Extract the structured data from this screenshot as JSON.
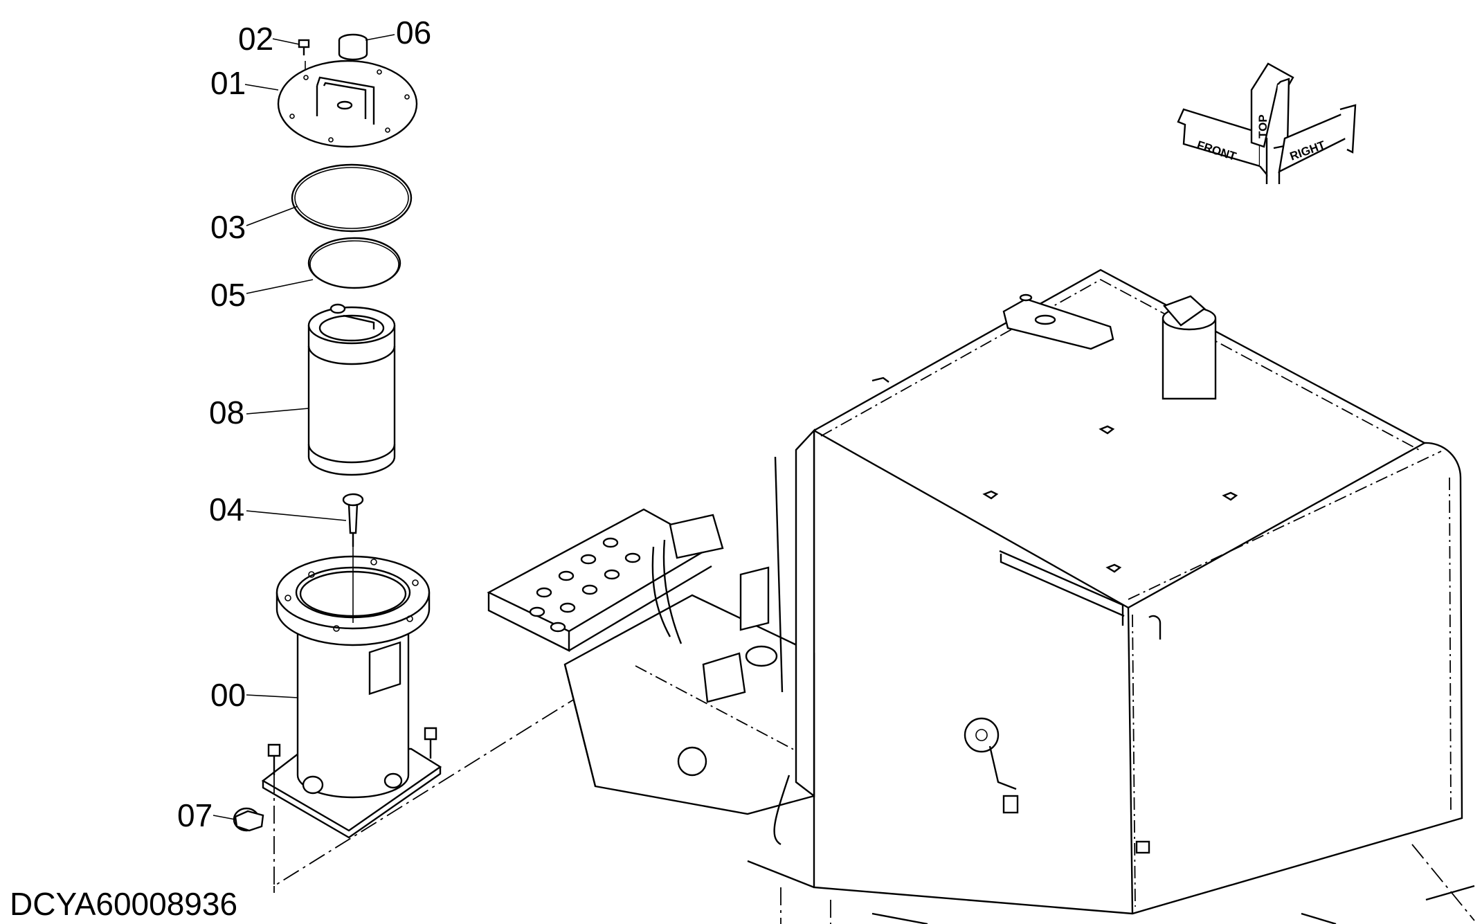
{
  "document_id": "DCYA60008936",
  "callouts": [
    {
      "label": "00",
      "part": "filter-housing"
    },
    {
      "label": "01",
      "part": "cover-plate"
    },
    {
      "label": "02",
      "part": "cover-bolt"
    },
    {
      "label": "03",
      "part": "o-ring"
    },
    {
      "label": "04",
      "part": "center-rod"
    },
    {
      "label": "05",
      "part": "snap-ring"
    },
    {
      "label": "06",
      "part": "cap"
    },
    {
      "label": "07",
      "part": "drain-plug"
    },
    {
      "label": "08",
      "part": "filter-element"
    }
  ],
  "orientation": {
    "front": "FRONT",
    "top": "TOP",
    "right": "RIGHT"
  },
  "colors": {
    "line": "#000000",
    "background": "#ffffff"
  }
}
